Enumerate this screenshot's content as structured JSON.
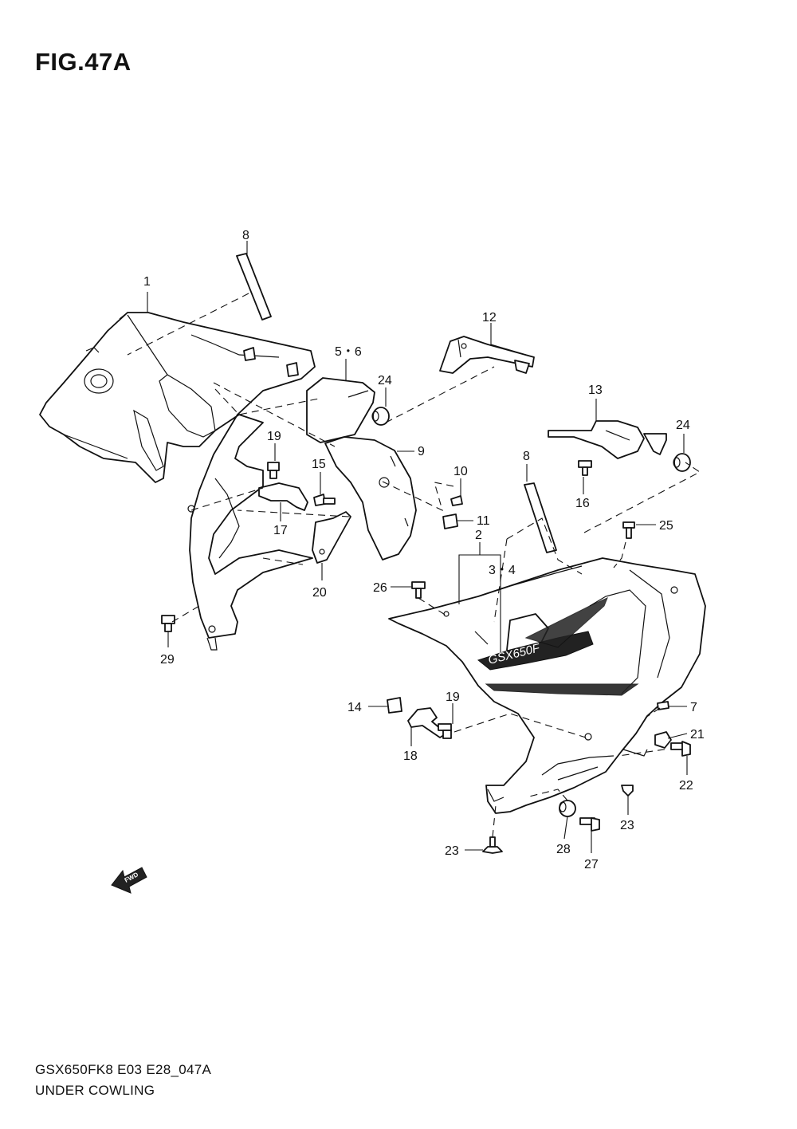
{
  "figure": {
    "title": "FIG.47A",
    "model_code": "GSX650FK8 E03 E28_047A",
    "section_name": "UNDER COWLING"
  },
  "callouts": [
    "8",
    "1",
    "12",
    "5・6",
    "24",
    "13",
    "24",
    "19",
    "9",
    "15",
    "10",
    "8",
    "17",
    "11",
    "16",
    "25",
    "2",
    "3・4",
    "20",
    "26",
    "29",
    "14",
    "19",
    "7",
    "18",
    "21",
    "22",
    "23",
    "28",
    "27",
    "23"
  ],
  "badge": {
    "fwd_label": "FWD"
  },
  "logo_text": "GSX650F"
}
